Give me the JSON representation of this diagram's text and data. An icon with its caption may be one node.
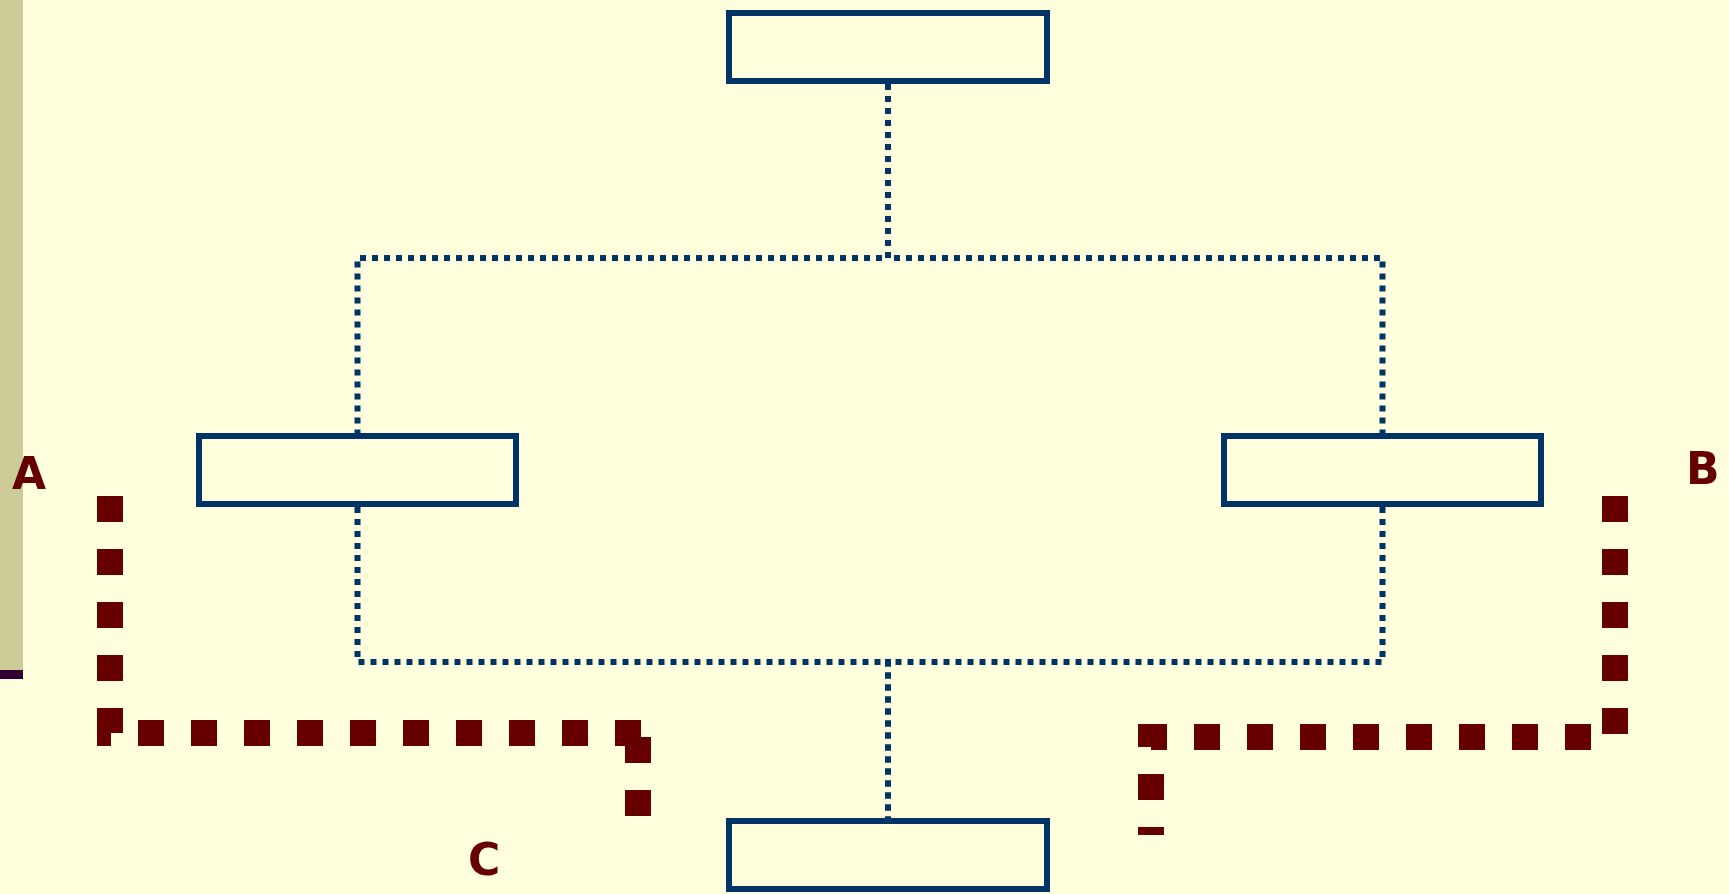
{
  "diagram": {
    "nodes": [
      {
        "text": [],
        "shape": "box"
      },
      {
        "text": [],
        "shape": "box"
      },
      {
        "text": [],
        "shape": "box"
      },
      {
        "text": [],
        "shape": "box"
      }
    ],
    "edges": [
      {
        "from": 0,
        "to": 1,
        "arrow": "none"
      },
      {
        "from": 0,
        "to": 2,
        "arrow": "none"
      },
      {
        "from": 1,
        "to": 3,
        "arrow": "none"
      },
      {
        "from": 2,
        "to": 3,
        "arrow": "none"
      }
    ],
    "labels": [
      "A",
      "B",
      "C"
    ]
  }
}
